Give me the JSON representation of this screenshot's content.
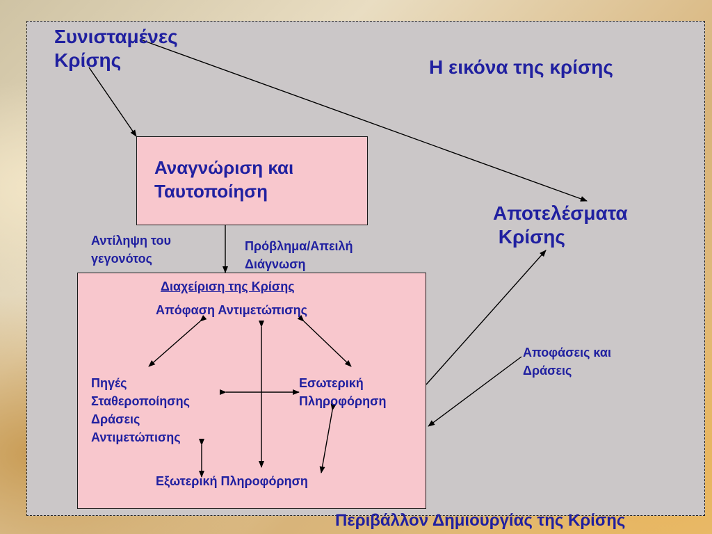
{
  "labels": {
    "components": "Συνισταμένες\nΚρίσης",
    "image_title": "Η εικόνα της κρίσης",
    "recognition": "Αναγνώριση και\nΤαυτοποίηση",
    "results": "Αποτελέσματα\n Κρίσης",
    "perception": "Αντίληψη του\nγεγονότος",
    "problem": "Πρόβλημα/Απειλή\nΔιάγνωση",
    "management": "Διαχείριση της Κρίσης",
    "decision": "Απόφαση Αντιμετώπισης",
    "sources": "Πηγές\nΣταθεροποίησης\nΔράσεις\nΑντιμετώπισης",
    "internal_info": "Εσωτερική\nΠληροφόρηση",
    "external_info": "Εξωτερική Πληροφόρηση",
    "decisions_actions": "Αποφάσεις και\nΔράσεις",
    "environment": "Περιβάλλον Δημιουργίας της Κρίσης"
  }
}
